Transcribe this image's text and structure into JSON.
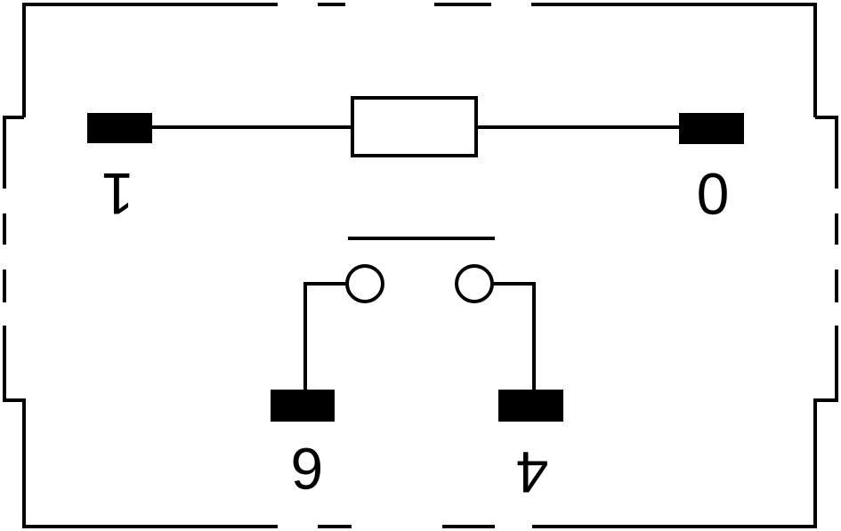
{
  "pins": {
    "pin_1": {
      "label": "1"
    },
    "pin_0": {
      "label": "0"
    },
    "pin_6": {
      "label": "6"
    },
    "pin_4": {
      "label": "4"
    }
  },
  "colors": {
    "line": "#000000",
    "background": "#ffffff"
  },
  "components": [
    "coil-resistor",
    "normally-open-switch"
  ]
}
